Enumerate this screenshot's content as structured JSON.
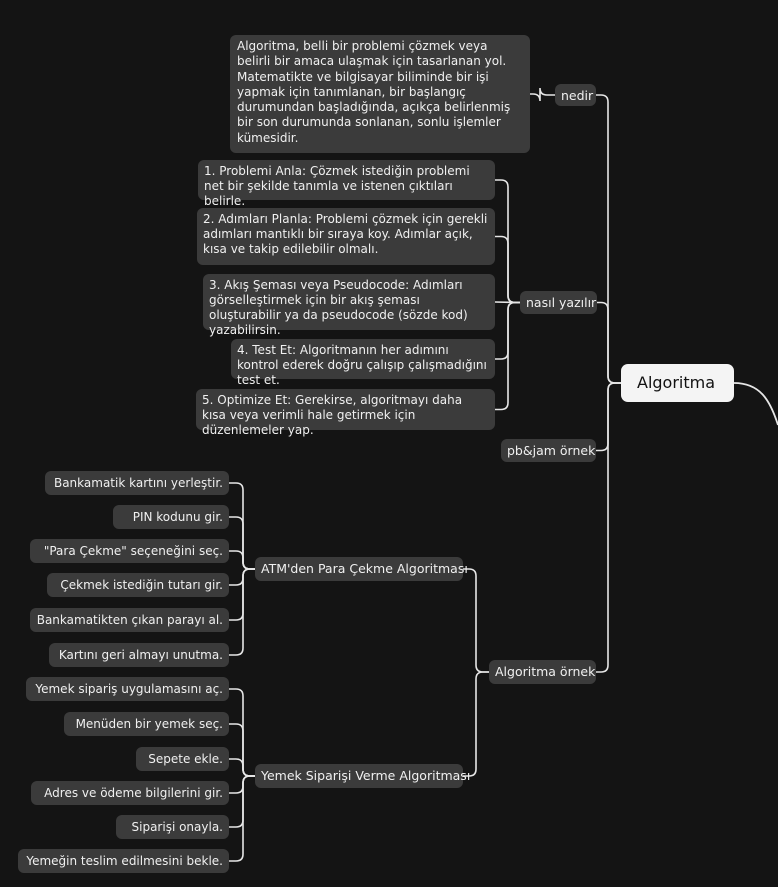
{
  "root": {
    "label": "Algoritma"
  },
  "branches": {
    "nedir": {
      "label": "nedir",
      "definition": "Algoritma, belli bir problemi çözmek veya belirli bir amaca ulaşmak için tasarlanan yol. Matematikte ve bilgisayar biliminde bir işi yapmak için tanımlanan, bir başlangıç durumundan başladığında, açıkça belirlenmiş bir son durumunda sonlanan, sonlu işlemler kümesidir."
    },
    "nasil_yazilir": {
      "label": "nasıl yazılır",
      "steps": [
        "1. Problemi Anla: Çözmek istediğin problemi net bir şekilde tanımla ve istenen çıktıları belirle.",
        "2. Adımları Planla: Problemi çözmek için gerekli adımları mantıklı bir sıraya koy. Adımlar açık, kısa ve takip edilebilir olmalı.",
        "3. Akış Şeması veya Pseudocode: Adımları görselleştirmek için bir akış şeması oluşturabilir ya da pseudocode (sözde kod) yazabilirsin.",
        "4. Test Et: Algoritmanın her adımını kontrol ederek doğru çalışıp çalışmadığını test et.",
        "5. Optimize Et: Gerekirse, algoritmayı daha kısa veya verimli hale getirmek için düzenlemeler yap."
      ]
    },
    "pbjam": {
      "label": "pb&jam örnek"
    },
    "ornek": {
      "label": "Algoritma örnek",
      "atm": {
        "label": "ATM'den Para Çekme Algoritması",
        "steps": [
          "Bankamatik kartını yerleştir.",
          "PIN kodunu gir.",
          "\"Para Çekme\" seçeneğini seç.",
          "Çekmek istediğin tutarı gir.",
          "Bankamatikten çıkan parayı al.",
          "Kartını geri almayı unutma."
        ]
      },
      "yemek": {
        "label": "Yemek Siparişi Verme Algoritması",
        "steps": [
          "Yemek sipariş uygulamasını aç.",
          "Menüden bir yemek seç.",
          "Sepete ekle.",
          "Adres ve ödeme bilgilerini gir.",
          "Siparişi onayla.",
          "Yemeğin teslim edilmesini bekle."
        ]
      }
    }
  },
  "colors": {
    "background": "#141414",
    "node": "#3b3b3b",
    "root": "#f4f4f4",
    "connector": "#e6e6e6"
  }
}
